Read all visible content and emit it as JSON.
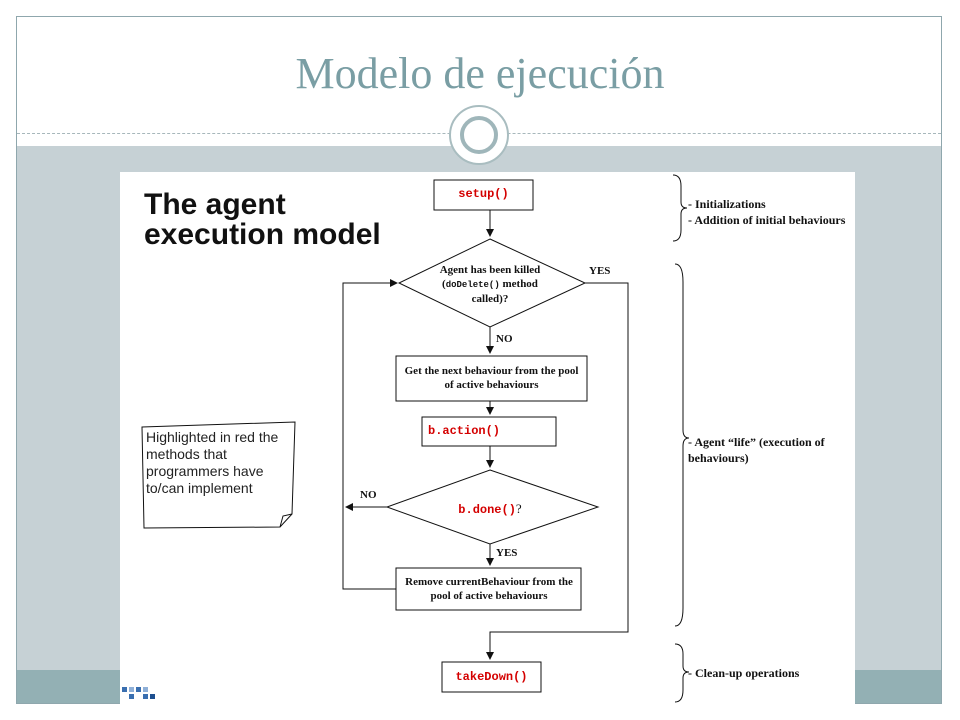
{
  "slide": {
    "title": "Modelo de ejecución"
  },
  "figure": {
    "heading_line1": "The agent",
    "heading_line2": "execution model",
    "note": "Highlighted in red the methods that programmers have to/can implement",
    "setup": "setup()",
    "killed_line1": "Agent has been killed",
    "killed_paren_open": "(",
    "killed_code": "doDelete()",
    "killed_line2_rest": " method",
    "killed_line3": "called)?",
    "yes_top": "YES",
    "no_mid": "NO",
    "get_next": "Get the next behaviour from the pool of active behaviours",
    "action": "b.action()",
    "done_code": "b.done()",
    "done_q": "?",
    "no_left": "NO",
    "yes_bottom": "YES",
    "remove": "Remove currentBehaviour from the pool of active behaviours",
    "takedown": "takeDown()",
    "ann_init1": "- Initializations",
    "ann_init2": "- Addition of initial behaviours",
    "ann_life": "- Agent “life” (execution of behaviours)",
    "ann_cleanup": "- Clean-up operations"
  }
}
